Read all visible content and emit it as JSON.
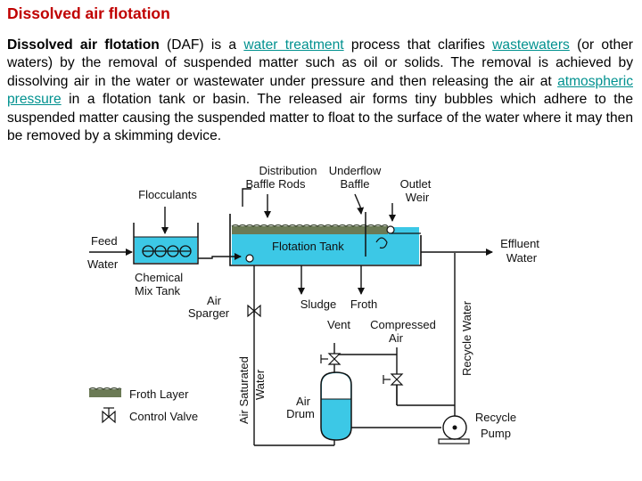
{
  "title": "Dissolved air flotation",
  "paragraph": {
    "term": "Dissolved air flotation",
    "t1": " (DAF) is a ",
    "link1": "water treatment",
    "t2": " process that clarifies ",
    "link2": "wastewaters",
    "t3": " (or other waters) by the removal of suspended matter such as oil or solids. The removal is achieved by dissolving air in the water or wastewater under pressure and then releasing the air at ",
    "link3": "atmospheric pressure",
    "t4": " in a flotation tank or basin. The released air forms tiny bubbles which adhere to the suspended matter causing the suspended matter to float to the surface of the water where it may then be removed by a skimming device."
  },
  "diagram": {
    "distribution_1": "Distribution",
    "distribution_2": "Baffle Rods",
    "underflow_1": "Underflow",
    "underflow_2": "Baffle",
    "outlet_1": "Outlet",
    "outlet_2": "Weir",
    "flocculants": "Flocculants",
    "feed": "Feed",
    "water": "Water",
    "flotation_tank": "Flotation Tank",
    "effluent_1": "Effluent",
    "effluent_2": "Water",
    "chemical_1": "Chemical",
    "chemical_2": "Mix Tank",
    "air_sparger_1": "Air",
    "air_sparger_2": "Sparger",
    "sludge": "Sludge",
    "froth": "Froth",
    "vent": "Vent",
    "compressed_1": "Compressed",
    "compressed_2": "Air",
    "recycle_water": "Recycle Water",
    "air_saturated_1": "Air Saturated",
    "air_saturated_2": "Water",
    "froth_layer": "Froth Layer",
    "control_valve": "Control Valve",
    "air_drum_1": "Air",
    "air_drum_2": "Drum",
    "recycle_pump_1": "Recycle",
    "recycle_pump_2": "Pump",
    "colors": {
      "water": "#3cc8e6",
      "froth": "#6b7a55",
      "title": "#c00000",
      "link": "#00918f"
    }
  }
}
